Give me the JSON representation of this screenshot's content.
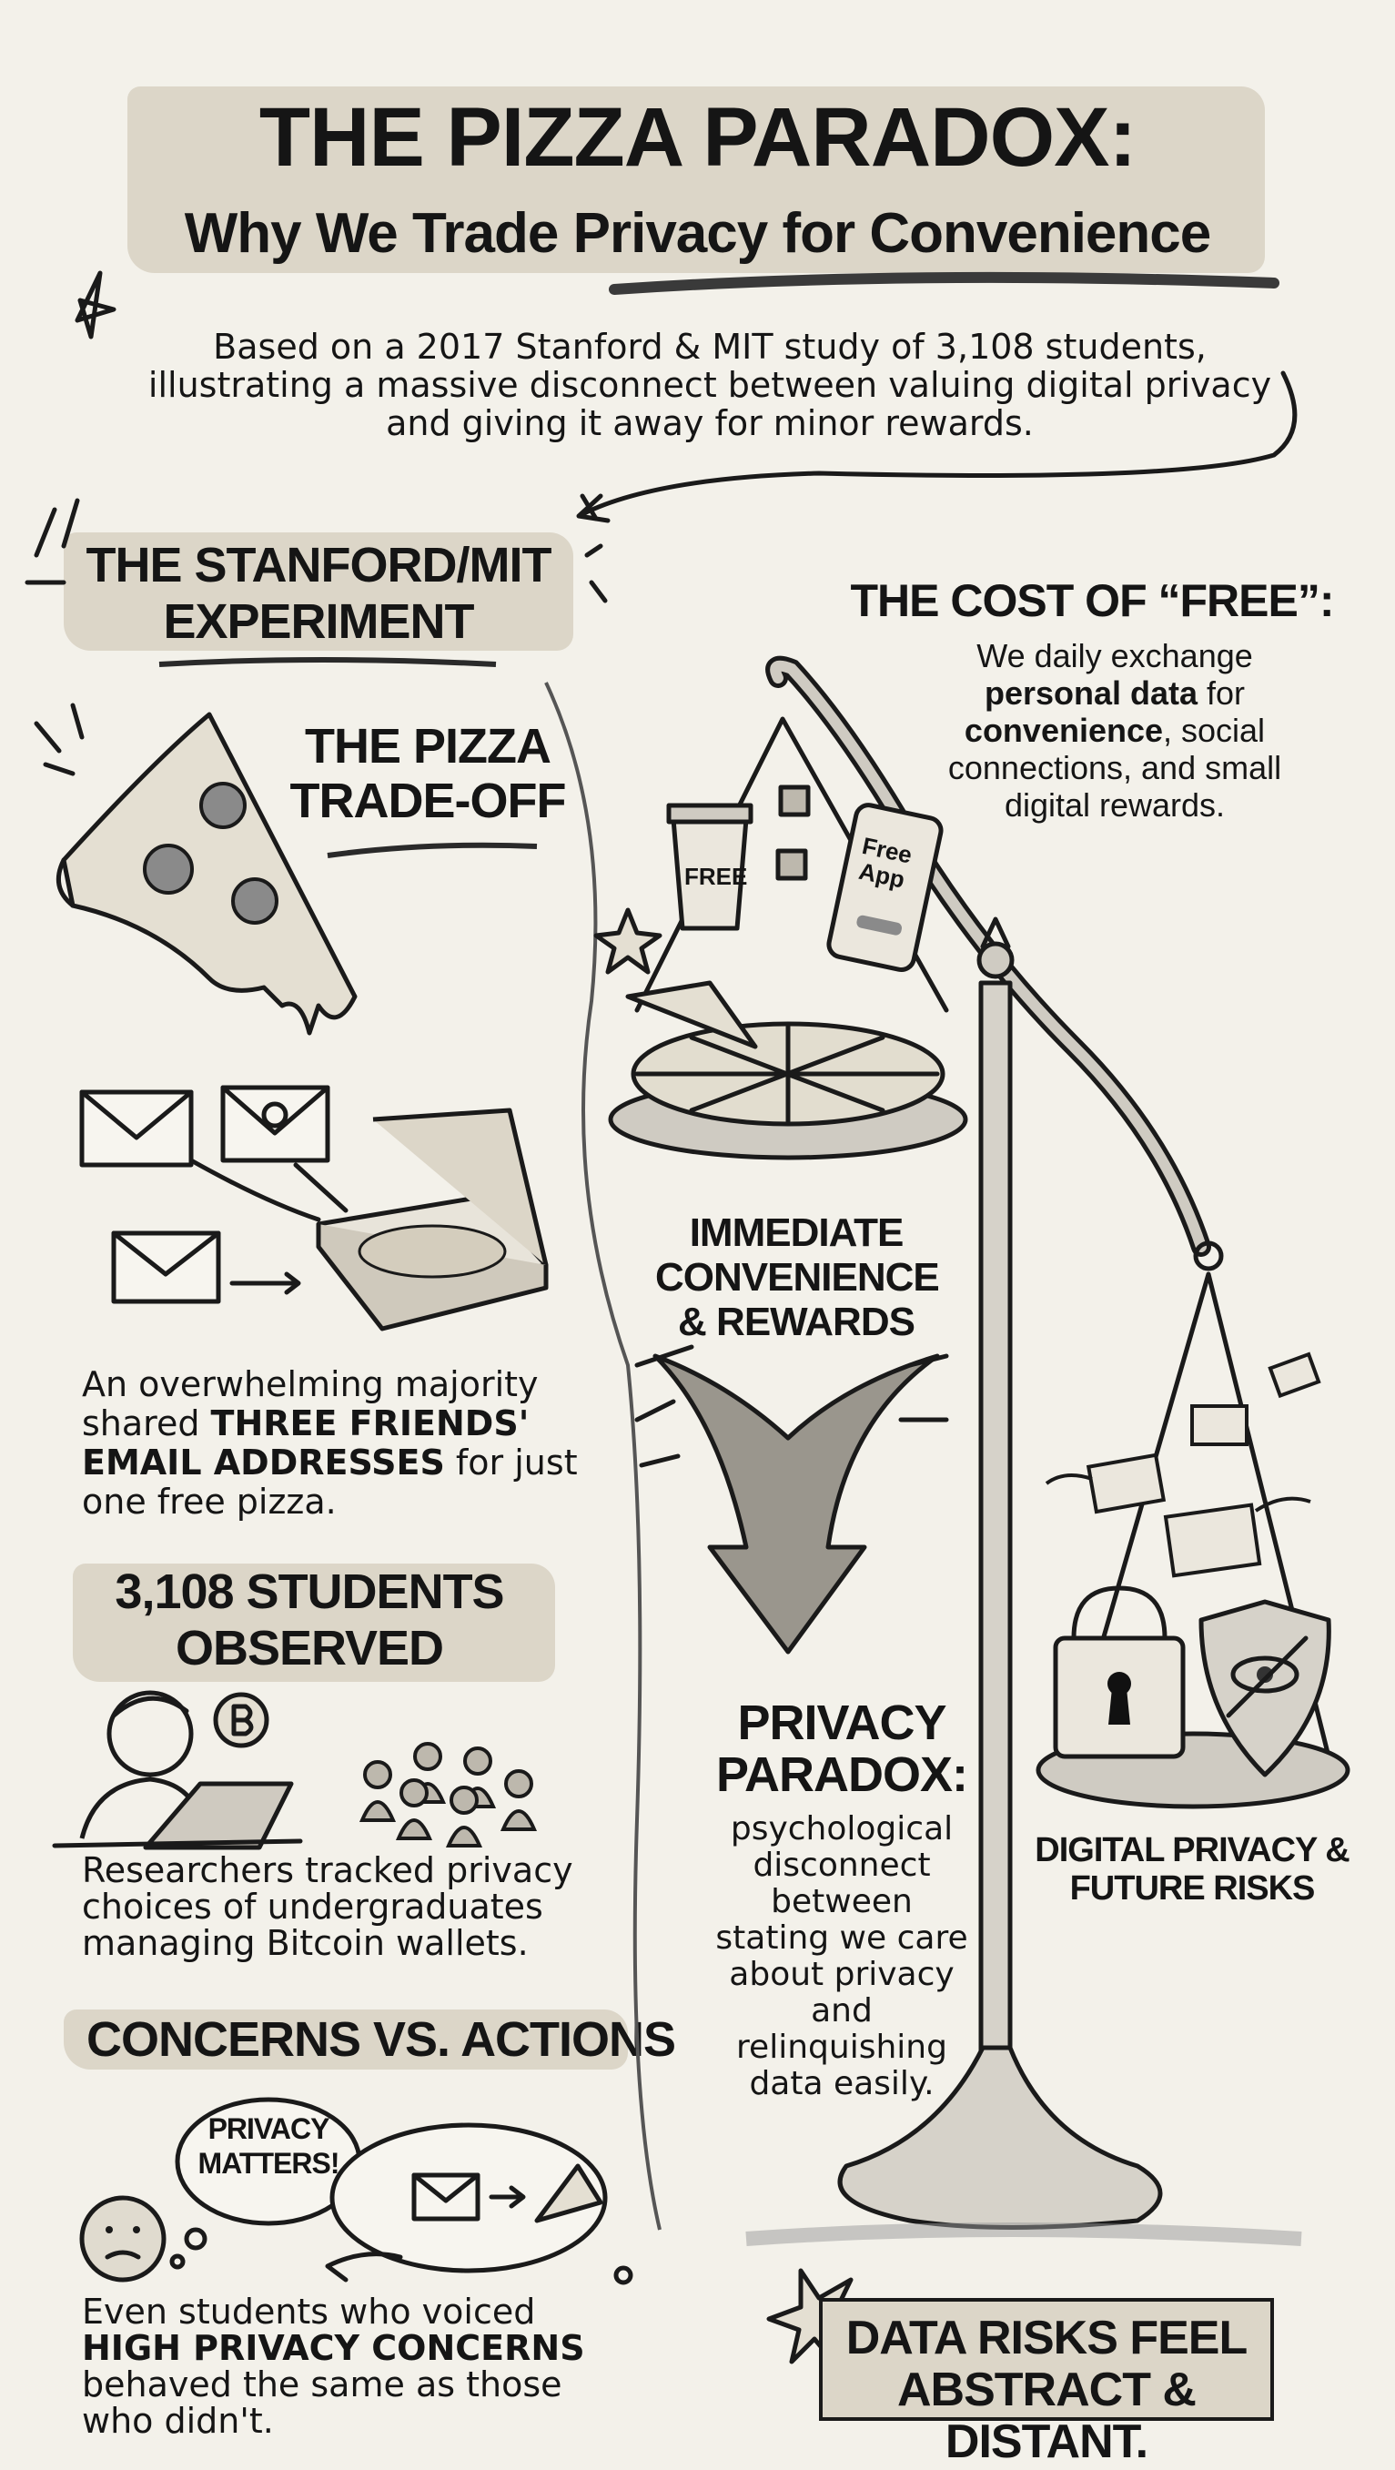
{
  "header": {
    "title": "THE PIZZA PARADOX:",
    "subtitle": "Why We Trade Privacy for Convenience",
    "intro": "Based on a 2017 Stanford & MIT study of 3,108 students, illustrating a massive disconnect between valuing digital privacy and giving it away for minor rewards."
  },
  "left": {
    "experiment_heading": "THE STANFORD/MIT EXPERIMENT",
    "tradeoff_heading": "THE PIZZA TRADE-OFF",
    "tradeoff_text": {
      "pre": "An overwhelming majority shared ",
      "bold": "THREE FRIENDS' EMAIL ADDRESSES",
      "post": " for just one free pizza."
    },
    "students_heading": "3,108 STUDENTS OBSERVED",
    "students_text": "Researchers tracked privacy choices of undergraduates managing Bitcoin wallets.",
    "concerns_heading": "CONCERNS VS. ACTIONS",
    "bubble_text": "PRIVACY MATTERS!",
    "concerns_text": {
      "pre": "Even students who voiced ",
      "bold": "HIGH PRIVACY CONCERNS",
      "post": " behaved the same as those who didn't."
    }
  },
  "right": {
    "cost_heading": "THE COST OF “FREE”:",
    "cost_text": {
      "pre": "We daily exchange ",
      "bold1": "personal data",
      "mid": " for ",
      "bold2": "convenience",
      "post": ", social connections, and small digital rewards."
    },
    "cup_label": "FREE",
    "phone_label": "Free App",
    "left_pan_label": "IMMEDIATE CONVENIENCE & REWARDS",
    "paradox_heading": "PRIVACY PARADOX:",
    "paradox_text": "psychological disconnect between stating we care about privacy and relinquishing data easily.",
    "right_pan_label": "DIGITAL PRIVACY & FUTURE RISKS",
    "callout": "DATA RISKS FEEL ABSTRACT & DISTANT."
  },
  "colors": {
    "background": "#f3f1ea",
    "highlight": "#dcd6c8",
    "ink": "#151515"
  }
}
